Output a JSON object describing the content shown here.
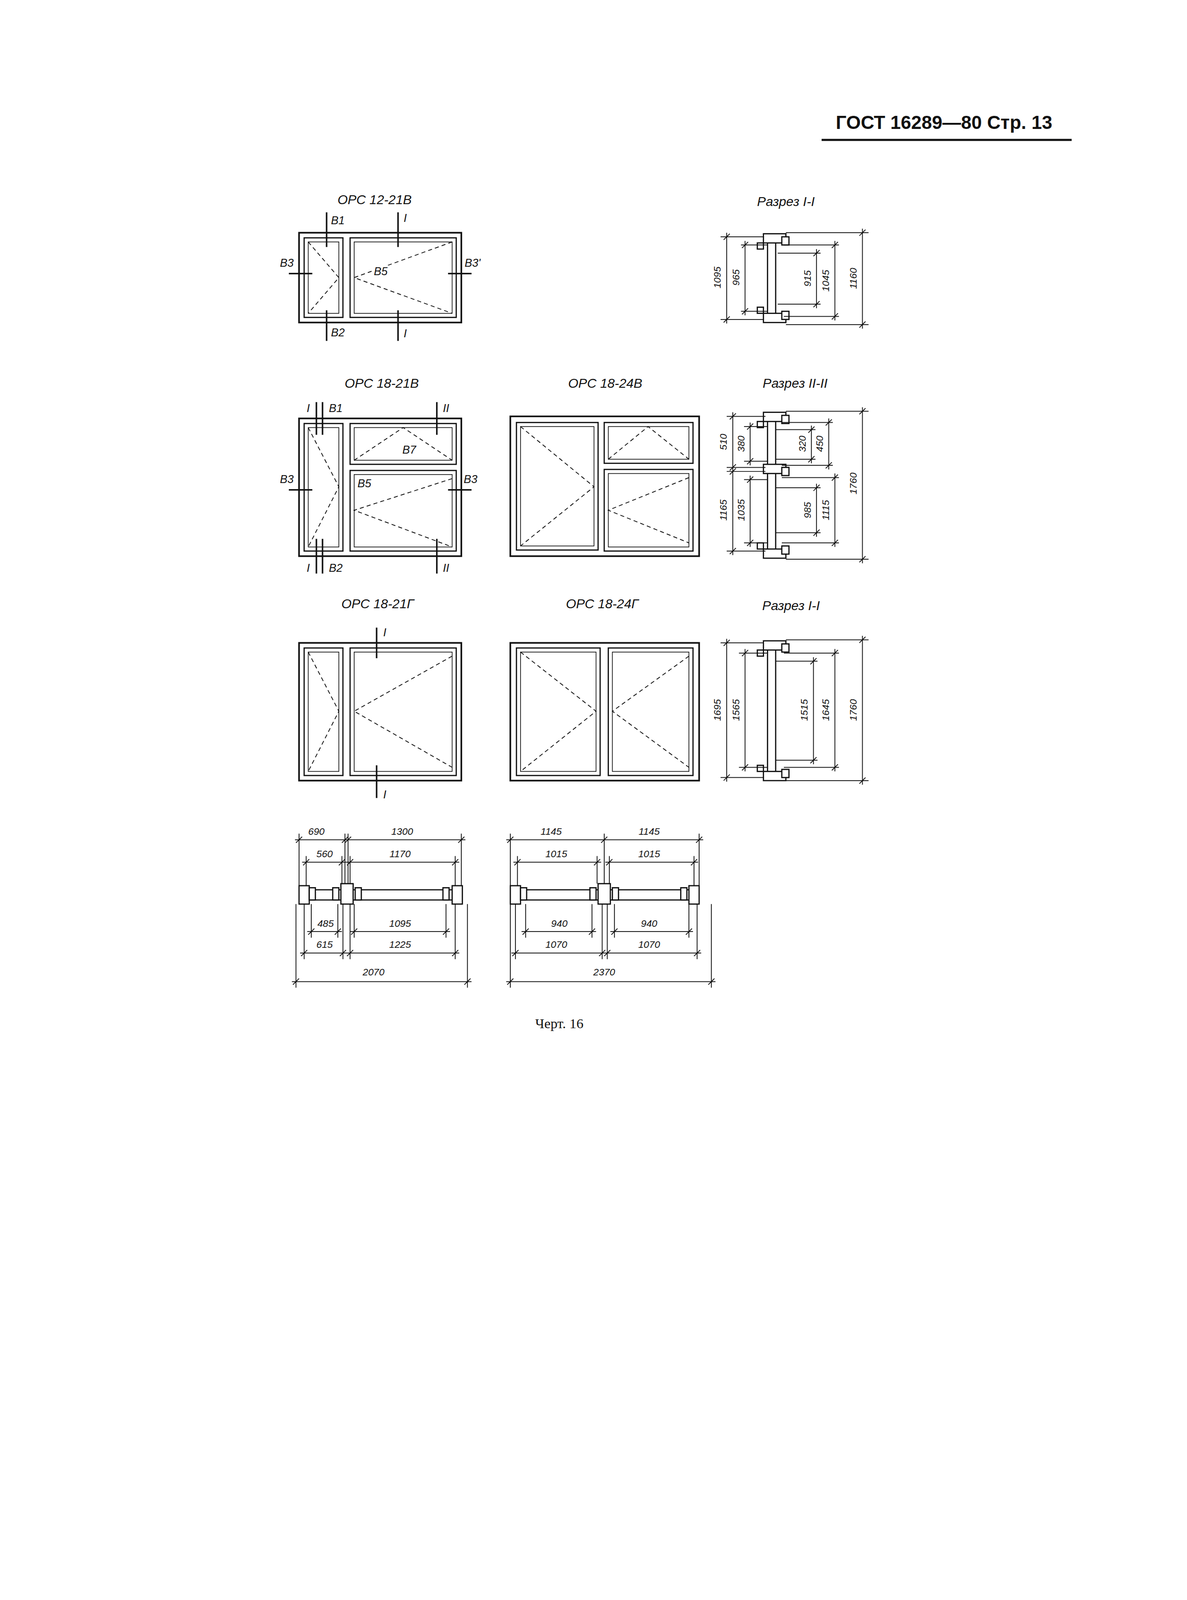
{
  "diagram": {
    "title": "ГОСТ 16289—80 Стр. 13",
    "caption": "Черт. 16",
    "labels": [
      "ОРС 12-21В",
      "Разрез I-I",
      "В1",
      "I",
      "В3",
      "В5",
      "В3'",
      "В2",
      "I",
      "1095",
      "965",
      "915",
      "1045",
      "1160",
      "ОРС 18-21В",
      "ОРС 18-24В",
      "Разрез II-II",
      "I",
      "В1",
      "II",
      "В7",
      "В3",
      "В5",
      "В3",
      "I",
      "В2",
      "II",
      "510",
      "380",
      "1165",
      "1035",
      "320",
      "450",
      "985",
      "1115",
      "1760",
      "ОРС 18-21Г",
      "ОРС 18-24Г",
      "Разрез I-I",
      "I",
      "1695",
      "1565",
      "1515",
      "1645",
      "1760",
      "I",
      "690",
      "1300",
      "560",
      "1170",
      "485",
      "1095",
      "615",
      "1225",
      "2070",
      "1145",
      "1145",
      "1015",
      "1015",
      "940",
      "940",
      "1070",
      "1070",
      "2370"
    ]
  }
}
